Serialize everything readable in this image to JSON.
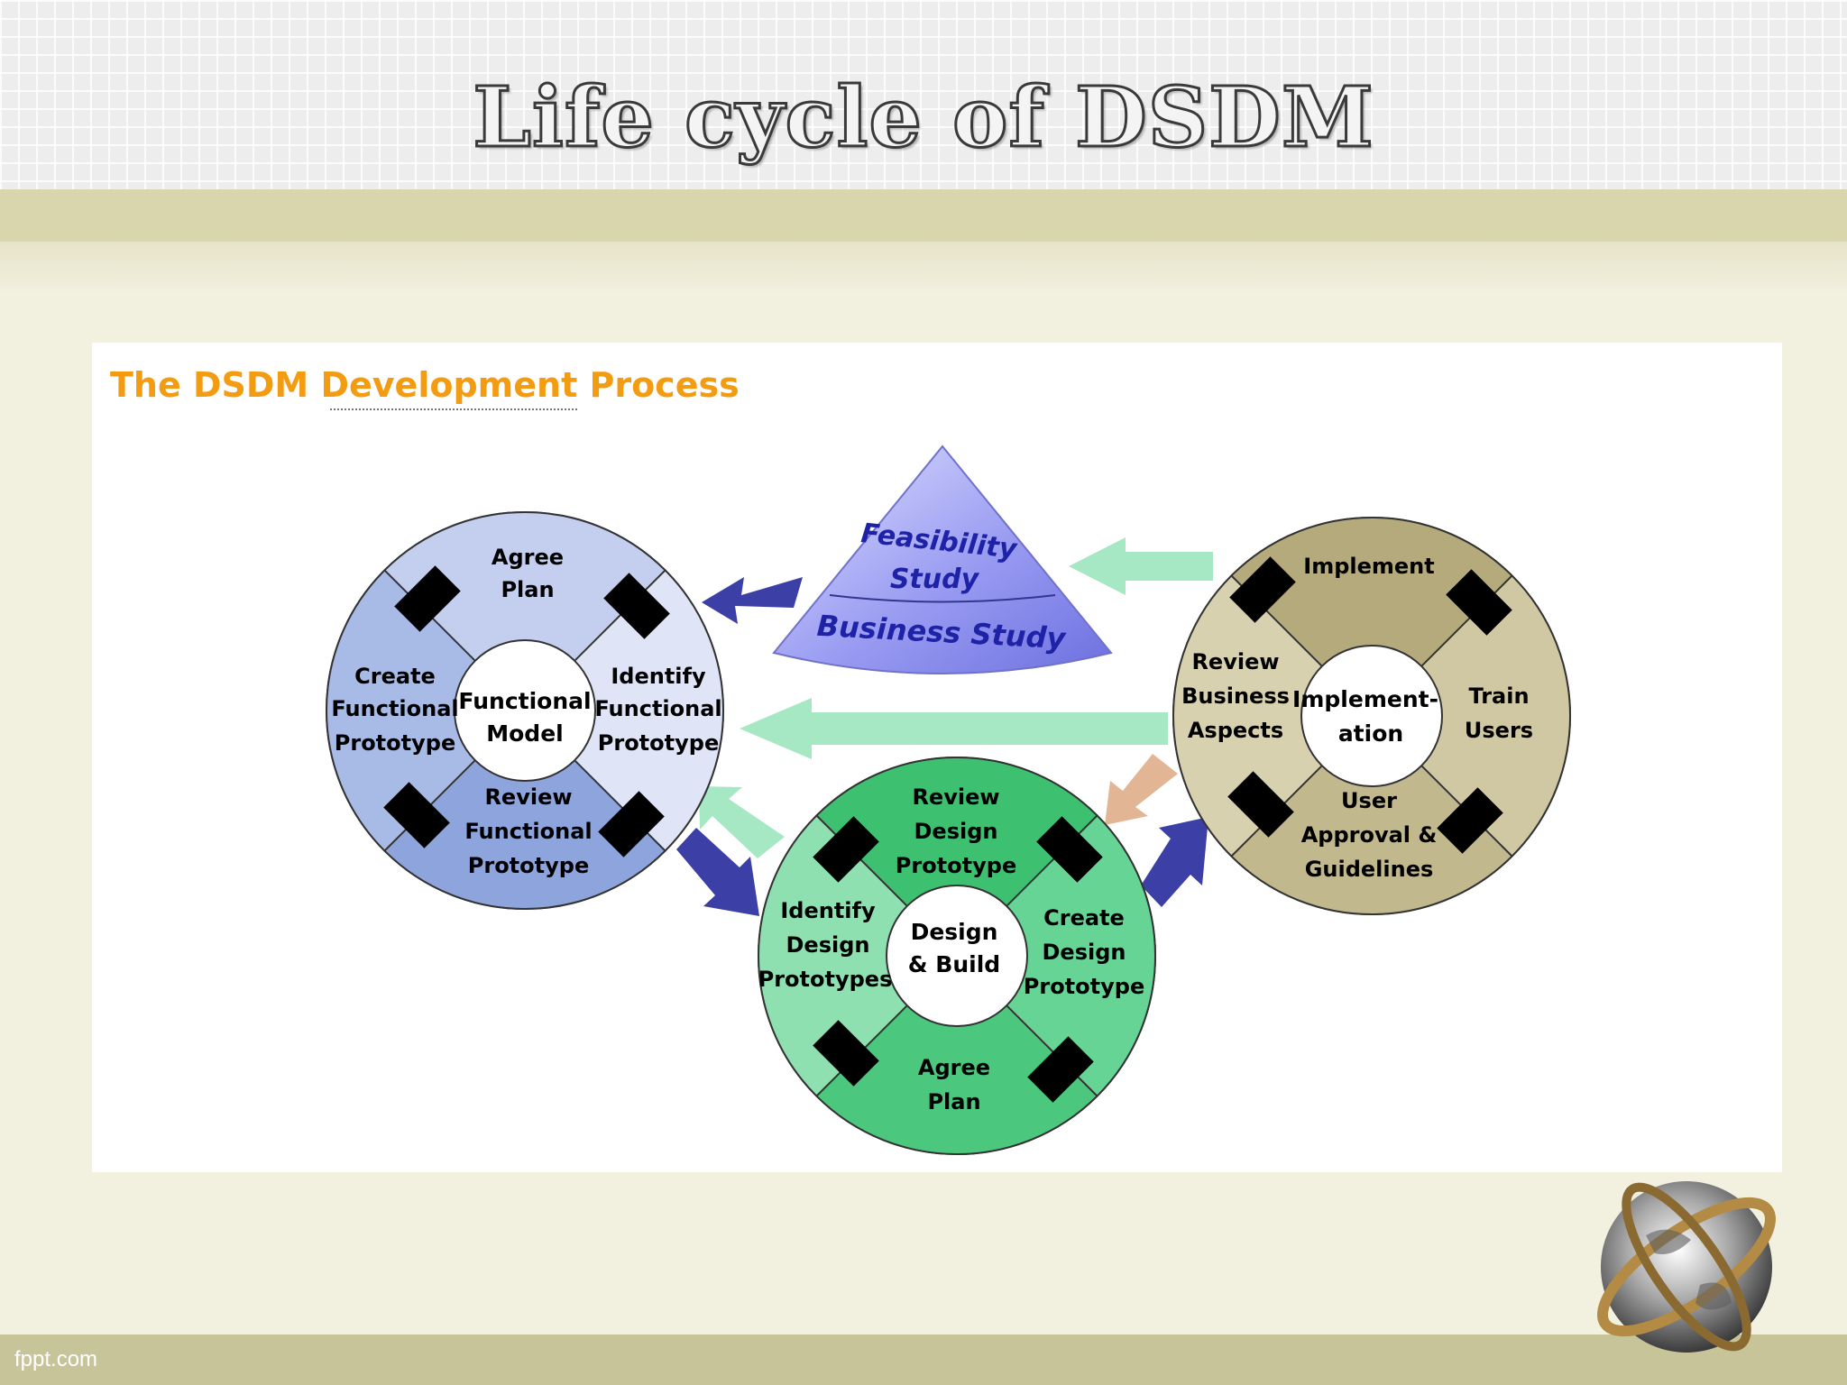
{
  "slide": {
    "title": "Life cycle of DSDM",
    "footer": "fppt.com"
  },
  "diagram": {
    "title": "The DSDM Development Process",
    "colors": {
      "functional": "#9aaee0",
      "design": "#3fc072",
      "implementation": "#b9b08a",
      "cone": "#8f90ee",
      "arrow_dark": "#3c3fa6",
      "arrow_light": "#a6e8c3",
      "arrow_tan": "#e2b594"
    },
    "cone": {
      "top_label_line1": "Feasibility",
      "top_label_line2": "Study",
      "bottom_label": "Business Study"
    },
    "functional_model": {
      "center_line1": "Functional",
      "center_line2": "Model",
      "top": [
        "Agree",
        "Plan"
      ],
      "left": [
        "Create",
        "Functional",
        "Prototype"
      ],
      "right": [
        "Identify",
        "Functional",
        "Prototype"
      ],
      "bottom": [
        "Review",
        "Functional",
        "Prototype"
      ]
    },
    "design_build": {
      "center_line1": "Design",
      "center_line2": "& Build",
      "top": [
        "Review",
        "Design",
        "Prototype"
      ],
      "left": [
        "Identify",
        "Design",
        "Prototypes"
      ],
      "right": [
        "Create",
        "Design",
        "Prototype"
      ],
      "bottom": [
        "Agree",
        "Plan"
      ]
    },
    "implementation": {
      "center_line1": "Implement-",
      "center_line2": "ation",
      "top": [
        "Implement"
      ],
      "left": [
        "Review",
        "Business",
        "Aspects"
      ],
      "right": [
        "Train",
        "Users"
      ],
      "bottom": [
        "User",
        "Approval &",
        "Guidelines"
      ]
    }
  }
}
